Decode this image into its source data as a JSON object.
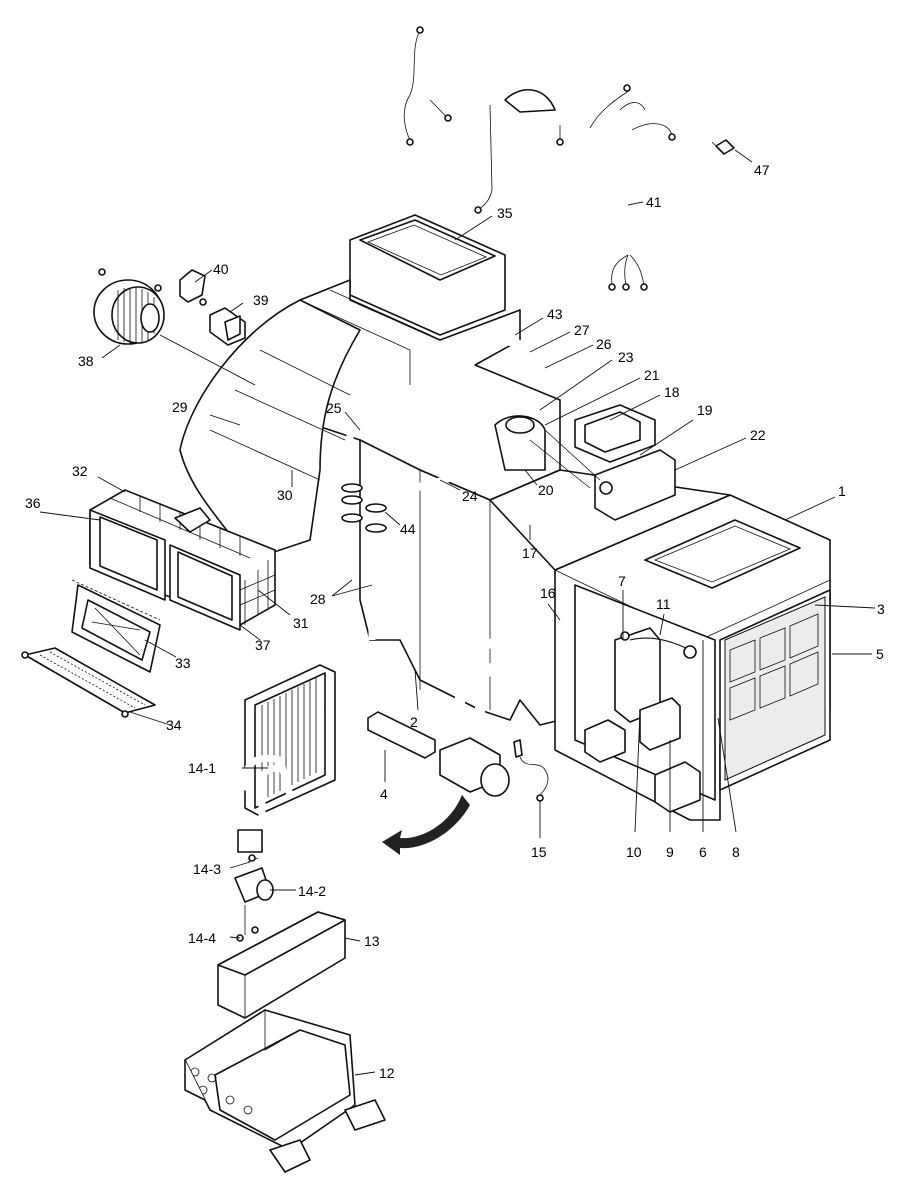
{
  "callouts": [
    {
      "id": "c1",
      "label": "1"
    },
    {
      "id": "c2",
      "label": "2"
    },
    {
      "id": "c3",
      "label": "3"
    },
    {
      "id": "c4",
      "label": "4"
    },
    {
      "id": "c5",
      "label": "5"
    },
    {
      "id": "c6",
      "label": "6"
    },
    {
      "id": "c7",
      "label": "7"
    },
    {
      "id": "c8",
      "label": "8"
    },
    {
      "id": "c9",
      "label": "9"
    },
    {
      "id": "c10",
      "label": "10"
    },
    {
      "id": "c11",
      "label": "11"
    },
    {
      "id": "c12",
      "label": "12"
    },
    {
      "id": "c13",
      "label": "13"
    },
    {
      "id": "c14_1",
      "label": "14-1"
    },
    {
      "id": "c14_2",
      "label": "14-2"
    },
    {
      "id": "c14_3",
      "label": "14-3"
    },
    {
      "id": "c14_4",
      "label": "14-4"
    },
    {
      "id": "c15",
      "label": "15"
    },
    {
      "id": "c16",
      "label": "16"
    },
    {
      "id": "c17",
      "label": "17"
    },
    {
      "id": "c18",
      "label": "18"
    },
    {
      "id": "c19",
      "label": "19"
    },
    {
      "id": "c20",
      "label": "20"
    },
    {
      "id": "c21",
      "label": "21"
    },
    {
      "id": "c22",
      "label": "22"
    },
    {
      "id": "c23",
      "label": "23"
    },
    {
      "id": "c24",
      "label": "24"
    },
    {
      "id": "c25",
      "label": "25"
    },
    {
      "id": "c26",
      "label": "26"
    },
    {
      "id": "c27",
      "label": "27"
    },
    {
      "id": "c28",
      "label": "28"
    },
    {
      "id": "c29",
      "label": "29"
    },
    {
      "id": "c30",
      "label": "30"
    },
    {
      "id": "c31",
      "label": "31"
    },
    {
      "id": "c32",
      "label": "32"
    },
    {
      "id": "c33",
      "label": "33"
    },
    {
      "id": "c34",
      "label": "34"
    },
    {
      "id": "c35",
      "label": "35"
    },
    {
      "id": "c36",
      "label": "36"
    },
    {
      "id": "c37",
      "label": "37"
    },
    {
      "id": "c38",
      "label": "38"
    },
    {
      "id": "c39",
      "label": "39"
    },
    {
      "id": "c40",
      "label": "40"
    },
    {
      "id": "c41",
      "label": "41"
    },
    {
      "id": "c43",
      "label": "43"
    },
    {
      "id": "c44",
      "label": "44"
    },
    {
      "id": "c47",
      "label": "47"
    }
  ]
}
